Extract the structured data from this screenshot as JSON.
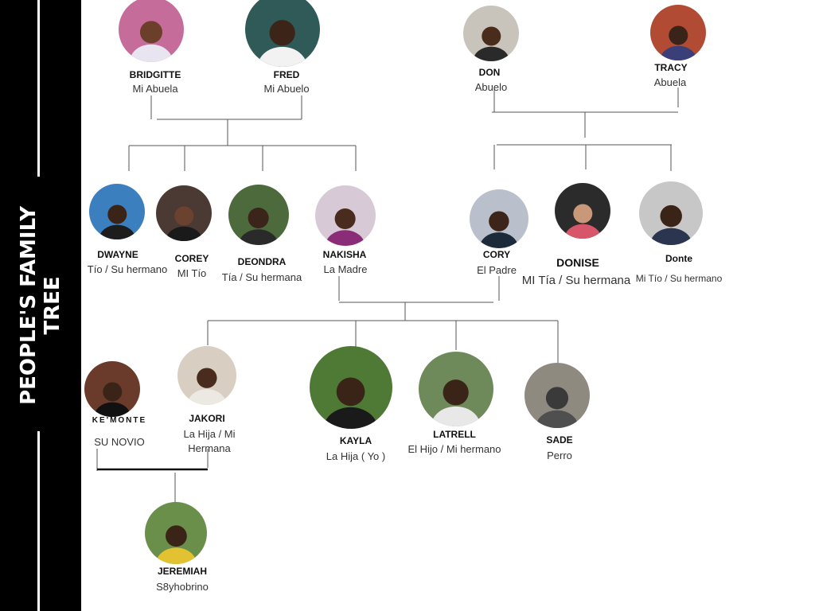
{
  "sidebar": {
    "title": "PEOPLE'S FAMILY TREE"
  },
  "colors": {
    "sidebar": "#000000",
    "connector": "#555555"
  },
  "people": [
    {
      "id": "bridgitte",
      "name": "BRIDGITTE",
      "role": "Mi Abuela",
      "bg": "#c56c9a",
      "skin": "#6b3f2a",
      "shirt": "#e8e4f0"
    },
    {
      "id": "fred",
      "name": "FRED",
      "role": "Mi Abuelo",
      "bg": "#2f5a57",
      "skin": "#3d2418",
      "shirt": "#f2f2f2"
    },
    {
      "id": "don",
      "name": "DON",
      "role": "Abuelo",
      "bg": "#c9c4bb",
      "skin": "#4a2c1d",
      "shirt": "#2a2a2a"
    },
    {
      "id": "tracy",
      "name": "TRACY",
      "role": "Abuela",
      "bg": "#b14b33",
      "skin": "#3a2318",
      "shirt": "#3a3f7a"
    },
    {
      "id": "dwayne",
      "name": "DWAYNE",
      "role": "Tío / Su hermano",
      "bg": "#3b7fbf",
      "skin": "#3a2418",
      "shirt": "#1d1d1d"
    },
    {
      "id": "corey",
      "name": "COREY",
      "role": "MI Tío",
      "bg": "#4a3a33",
      "skin": "#6b4230",
      "shirt": "#1a1a1a"
    },
    {
      "id": "deondra",
      "name": "DEONDRA",
      "role": "Tía / Su  hermana",
      "bg": "#4d6a3d",
      "skin": "#3b2419",
      "shirt": "#2a2a2a"
    },
    {
      "id": "nakisha",
      "name": "NAKISHA",
      "role": "La Madre",
      "bg": "#d8c9d6",
      "skin": "#4a2c1e",
      "shirt": "#8a2c78"
    },
    {
      "id": "cory",
      "name": "CORY",
      "role": "El Padre",
      "bg": "#b9c0cc",
      "skin": "#3d2519",
      "shirt": "#1d2a3a"
    },
    {
      "id": "donise",
      "name": "DONISE",
      "role": "MI Tía / Su hermana",
      "bg": "#2b2b2b",
      "skin": "#c89878",
      "shirt": "#d7566a"
    },
    {
      "id": "donte",
      "name": "Donte",
      "role": "Mi Tío / Su hermano",
      "bg": "#c7c7c7",
      "skin": "#3a2418",
      "shirt": "#2b3550"
    },
    {
      "id": "kemonte",
      "name": "KE'MONTE",
      "role": "SU NOVIO",
      "bg": "#6a3a2a",
      "skin": "#3a2418",
      "shirt": "#111111"
    },
    {
      "id": "jakori",
      "name": "JAKORI",
      "role": "La Hija / Mi Hermana",
      "bg": "#d8cfc2",
      "skin": "#4a2c1e",
      "shirt": "#ece8e2"
    },
    {
      "id": "kayla",
      "name": "KAYLA",
      "role": "La Hija ( Yo )",
      "bg": "#4e7a35",
      "skin": "#3a2418",
      "shirt": "#1a1a1a"
    },
    {
      "id": "latrell",
      "name": "LATRELL",
      "role": "El Hijo / Mi hermano",
      "bg": "#6f8a5a",
      "skin": "#3a2418",
      "shirt": "#e8e8e8"
    },
    {
      "id": "sade",
      "name": "SADE",
      "role": "Perro",
      "bg": "#8f8a80",
      "skin": "#3a3a3a",
      "shirt": "#4f4f4f"
    },
    {
      "id": "jeremiah",
      "name": "JEREMIAH",
      "role": "S8yhobrino",
      "bg": "#6a8f4a",
      "skin": "#3a2418",
      "shirt": "#e2c230"
    }
  ]
}
